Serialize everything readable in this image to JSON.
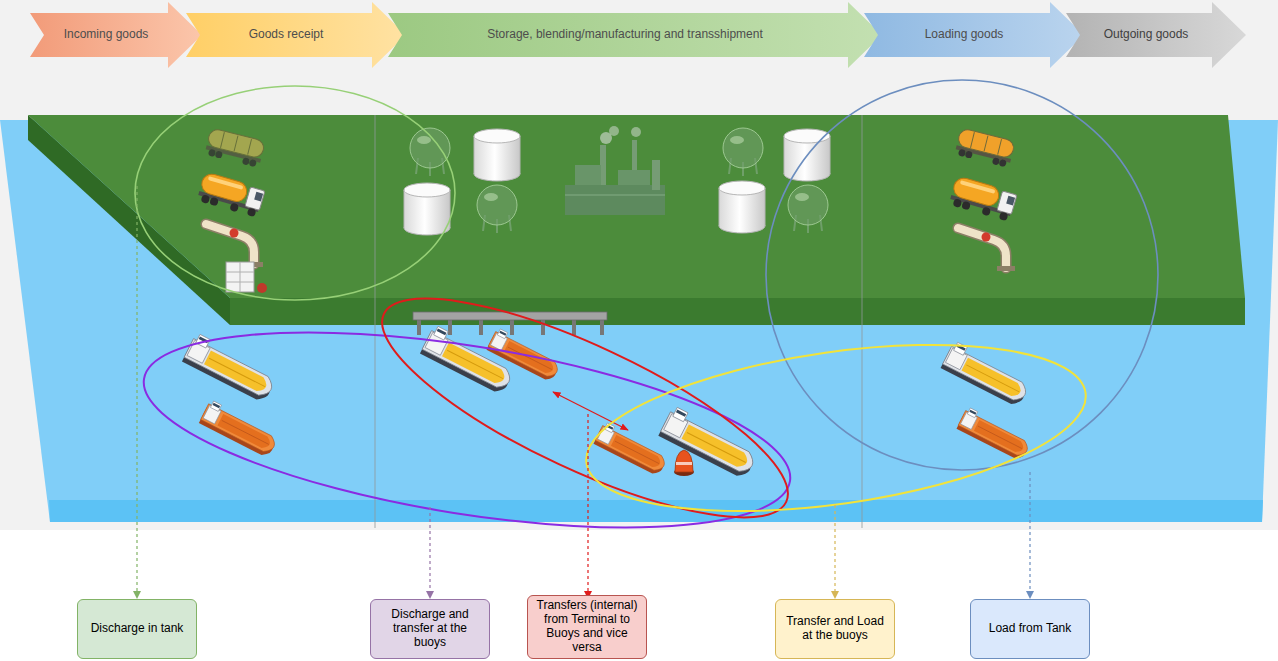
{
  "diagram": {
    "nodes": [
      {
        "text": [
          "Incoming goods"
        ]
      },
      {
        "text": [
          "Goods receipt"
        ]
      },
      {
        "text": [
          "Storage, blending/manufacturing and transshipment"
        ]
      },
      {
        "text": [
          "Loading goods"
        ]
      },
      {
        "text": [
          "Outgoing goods"
        ]
      },
      {
        "text": [
          "Discharge in tank"
        ]
      },
      {
        "text": [
          "Discharge and transfer at the buoys"
        ]
      },
      {
        "text": [
          "Transfers (internal) from Terminal to Buoys and vice versa"
        ]
      },
      {
        "text": [
          "Transfer and Load at the buoys"
        ]
      },
      {
        "text": [
          "Load from Tank"
        ]
      }
    ]
  }
}
